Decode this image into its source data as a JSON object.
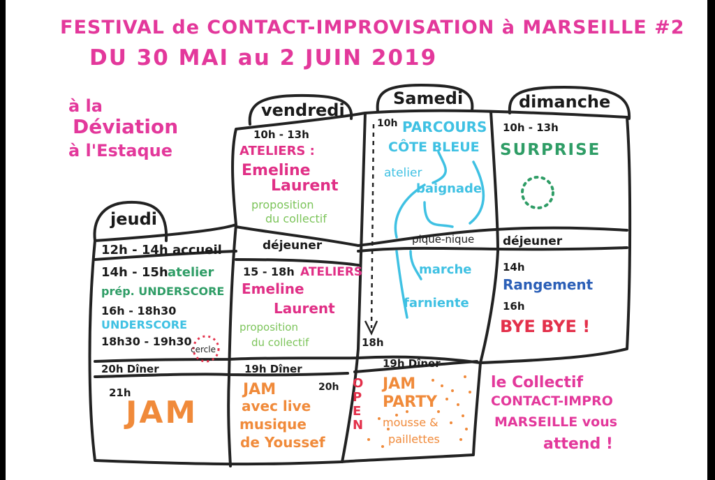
{
  "header": {
    "line1": "FESTIVAL de CONTACT-IMPROVISATION à MARSEILLE #2",
    "line2": "DU 30 MAI au 2 JUIN 2019"
  },
  "venue": {
    "line1": "à la",
    "line2": "Déviation",
    "line3": "à l'Estaque"
  },
  "days": {
    "jeudi": "jeudi",
    "vendredi": "vendredi",
    "samedi": "Samedi",
    "dimanche": "dimanche"
  },
  "jeudi": {
    "accueil": "12h - 14h accueil",
    "atelier_time": "14h - 15h",
    "atelier_label": "atelier",
    "atelier_prep": "prép. UNDERSCORE",
    "underscore_time": "16h - 18h30",
    "underscore": "UNDERSCORE",
    "cercle_time": "18h30 - 19h30",
    "cercle": "cercle",
    "diner": "20h Dîner",
    "jam_time": "21h",
    "jam": "JAM"
  },
  "vendredi": {
    "morning_time": "10h - 13h",
    "ateliers": "ATELIERS :",
    "name1": "Emeline",
    "name2": "Laurent",
    "prop1": "proposition",
    "prop2": "du collectif",
    "dejeuner": "déjeuner",
    "aft_time": "15 - 18h",
    "aft_ateliers": "ATELIERS",
    "aft_name1": "Emeline",
    "aft_name2": "Laurent",
    "aft_prop1": "proposition",
    "aft_prop2": "du collectif",
    "diner": "19h Dîner",
    "jam_time": "20h",
    "jam1": "JAM",
    "jam2": "avec live",
    "jam3": "musique",
    "jam4": "de Youssef"
  },
  "samedi": {
    "start_time": "10h",
    "parcours": "PARCOURS",
    "cote": "CÔTE BLEUE",
    "atelier": "atelier",
    "baignade": "baignade",
    "pique_nique": "pique-nique",
    "marche": "marche",
    "farniente": "farniente",
    "end_time": "18h",
    "diner": "19h Dîner",
    "open": "OPEN",
    "jam1": "JAM",
    "jam2": "PARTY",
    "mousse": "mousse &",
    "paillettes": "paillettes"
  },
  "dimanche": {
    "morning_time": "10h - 13h",
    "surprise": "SURPRISE",
    "dejeuner": "déjeuner",
    "rangement_time": "14h",
    "rangement": "Rangement",
    "bye_time": "16h",
    "bye": "BYE BYE !"
  },
  "closing": {
    "line1": "le Collectif",
    "line2": "CONTACT-IMPRO",
    "line3": "MARSEILLE vous",
    "line4": "attend !"
  },
  "colors": {
    "pink": "#e3389b",
    "cyan": "#3fc1e3",
    "green": "#2f9d66",
    "light_green": "#7cc45a",
    "orange": "#f08a3a",
    "blue": "#2b5fb7",
    "red": "#e3304a",
    "ink": "#1a1a1a"
  }
}
